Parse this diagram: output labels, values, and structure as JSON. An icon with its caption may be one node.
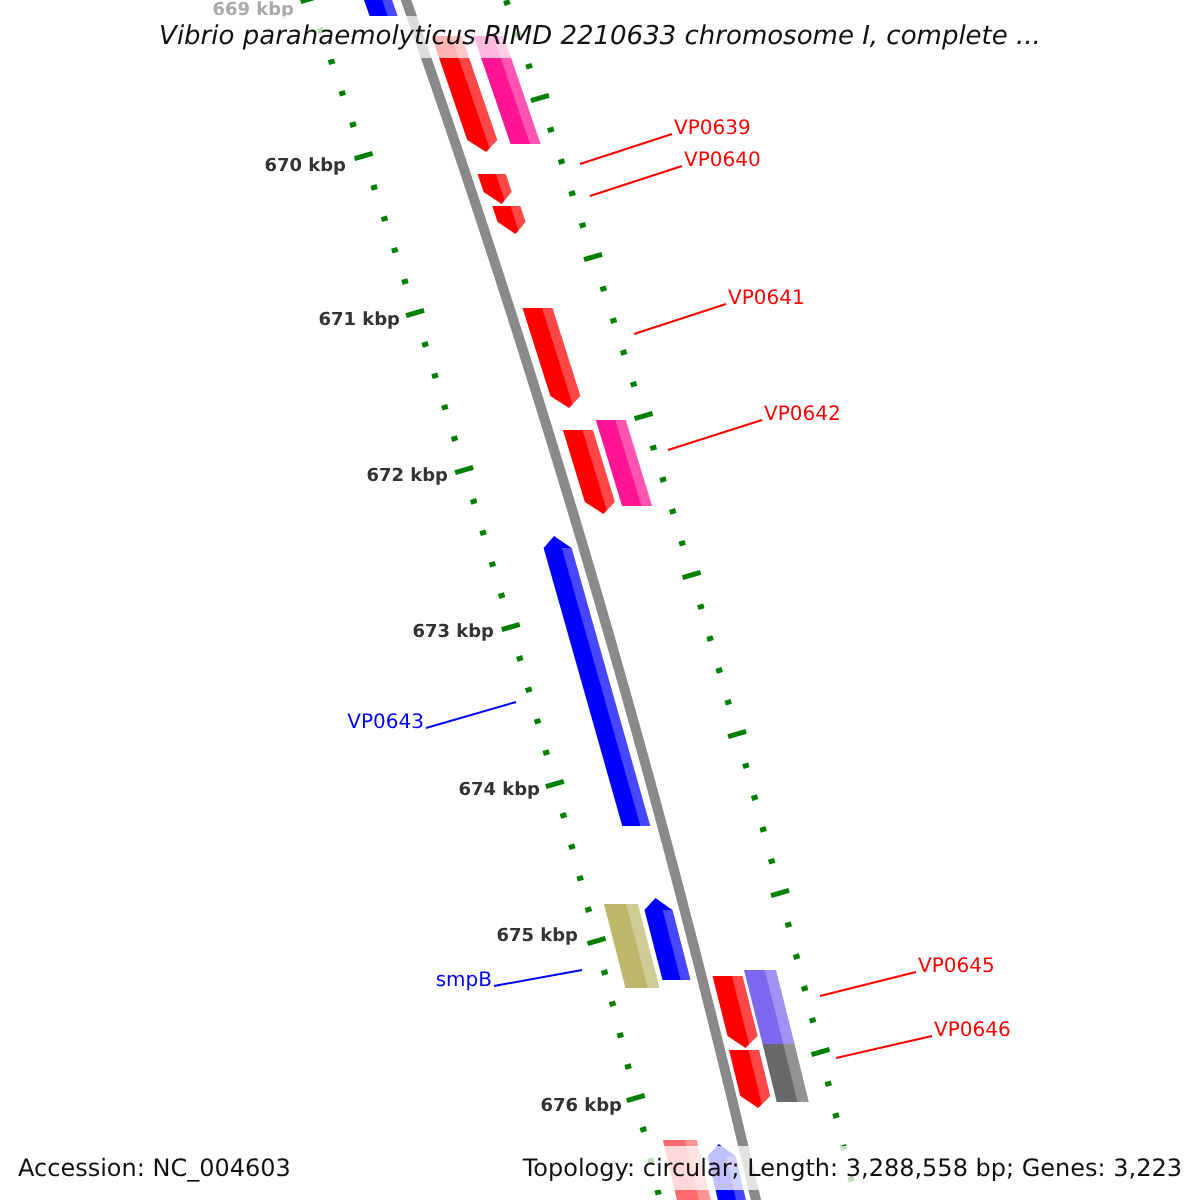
{
  "diagram": {
    "title": "Vibrio parahaemolyticus RIMD 2210633 chromosome I, complete ...",
    "nodes": [
      {
        "text": [
          "VP0639"
        ]
      },
      {
        "text": [
          "VP0640"
        ]
      },
      {
        "text": [
          "VP0641"
        ]
      },
      {
        "text": [
          "VP0642"
        ]
      },
      {
        "text": [
          "VP0643"
        ]
      },
      {
        "text": [
          "smpB"
        ]
      },
      {
        "text": [
          "VP0645"
        ]
      },
      {
        "text": [
          "VP0646"
        ]
      }
    ],
    "edges": [
      {
        "from": 0,
        "to": null,
        "arrow": "none"
      },
      {
        "from": 1,
        "to": null,
        "arrow": "none"
      },
      {
        "from": 2,
        "to": null,
        "arrow": "none"
      },
      {
        "from": 3,
        "to": null,
        "arrow": "none"
      },
      {
        "from": 4,
        "to": null,
        "arrow": "none",
        "color": "#0000ff"
      },
      {
        "from": 5,
        "to": null,
        "arrow": "none",
        "color": "#0000ff"
      },
      {
        "from": 6,
        "to": null,
        "arrow": "none"
      },
      {
        "from": 7,
        "to": null,
        "arrow": "none"
      }
    ],
    "labels": [
      "669 kbp",
      "670 kbp",
      "671 kbp",
      "672 kbp",
      "673 kbp",
      "674 kbp",
      "675 kbp",
      "676 kbp",
      "Accession: NC_004603",
      "Topology: circular; Length: 3,288,558 bp; Genes: 3,223"
    ]
  }
}
